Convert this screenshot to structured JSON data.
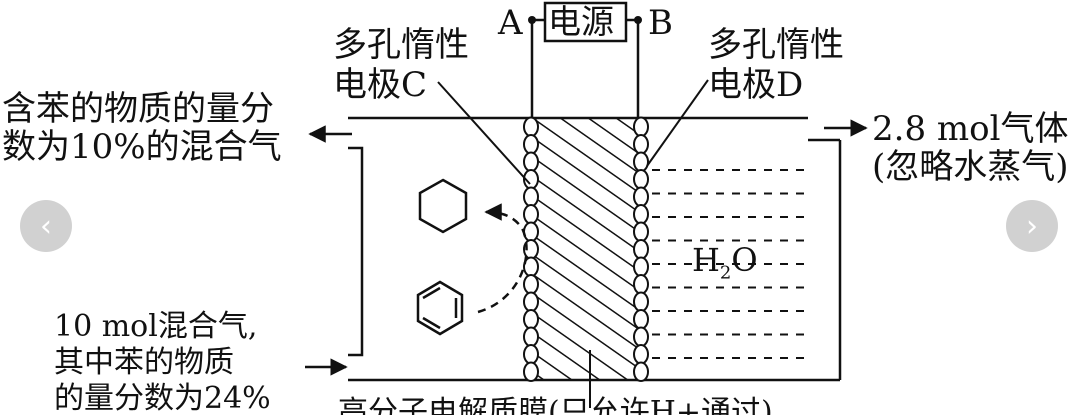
{
  "diagram": {
    "power_label": "电源",
    "terminal_a": "A",
    "terminal_b": "B",
    "electrode_c_line1": "多孔惰性",
    "electrode_c_line2": "电极C",
    "electrode_d_line1": "多孔惰性",
    "electrode_d_line2": "电极D",
    "outlet_left_line1": "含苯的物质的量分",
    "outlet_left_line2": "数为10%的混合气",
    "outlet_right_line1": "2.8 mol气体",
    "outlet_right_line2": "(忽略水蒸气)",
    "inlet_line1": "10 mol混合气,",
    "inlet_line2": "其中苯的物质",
    "inlet_line3": "的量分数为24%",
    "water_label": "H",
    "water_sub": "2",
    "water_tail": "O",
    "membrane_label": "高分子电解质膜(只允许H+通过)"
  },
  "nav": {
    "prev_icon": "chevron-left-icon",
    "next_icon": "chevron-right-icon"
  }
}
